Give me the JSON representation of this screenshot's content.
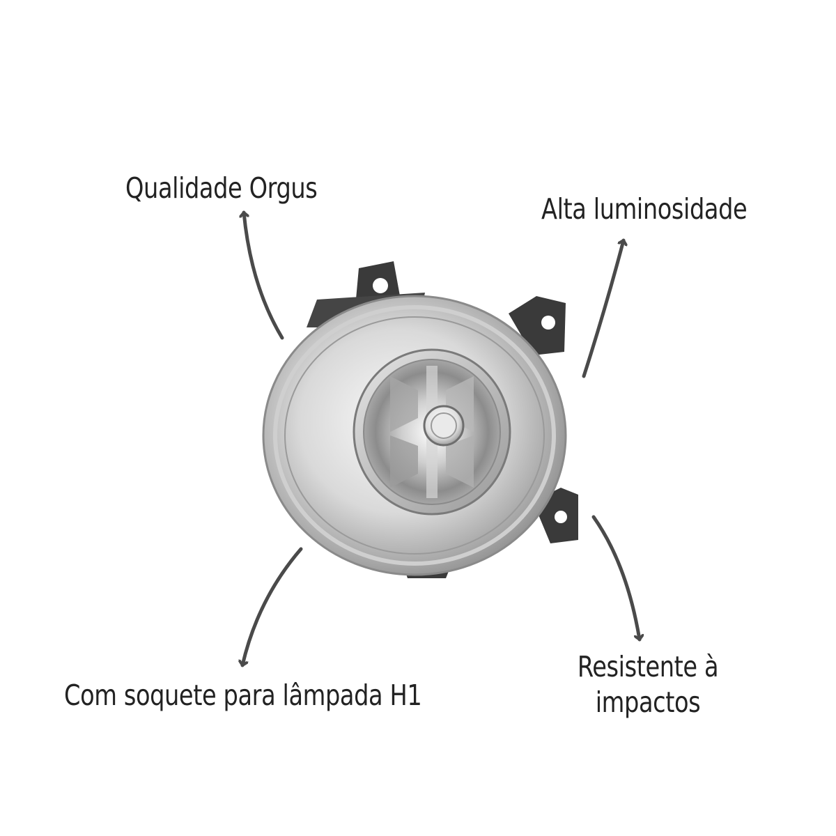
{
  "callouts": {
    "quality": "Qualidade Orgus",
    "luminosity": "Alta luminosidade",
    "socket": "Com soquete para lâmpada H1",
    "impact_line1": "Resistente à",
    "impact_line2": "impactos"
  },
  "colors": {
    "text": "#222222",
    "arrow": "#4a4a4a",
    "housing": "#3a3a3a",
    "lens_light": "#f2f2f2",
    "lens_mid": "#c8c8c8",
    "lens_dark": "#7a7a7a"
  },
  "product": {
    "icon": "fog-lamp-icon"
  }
}
